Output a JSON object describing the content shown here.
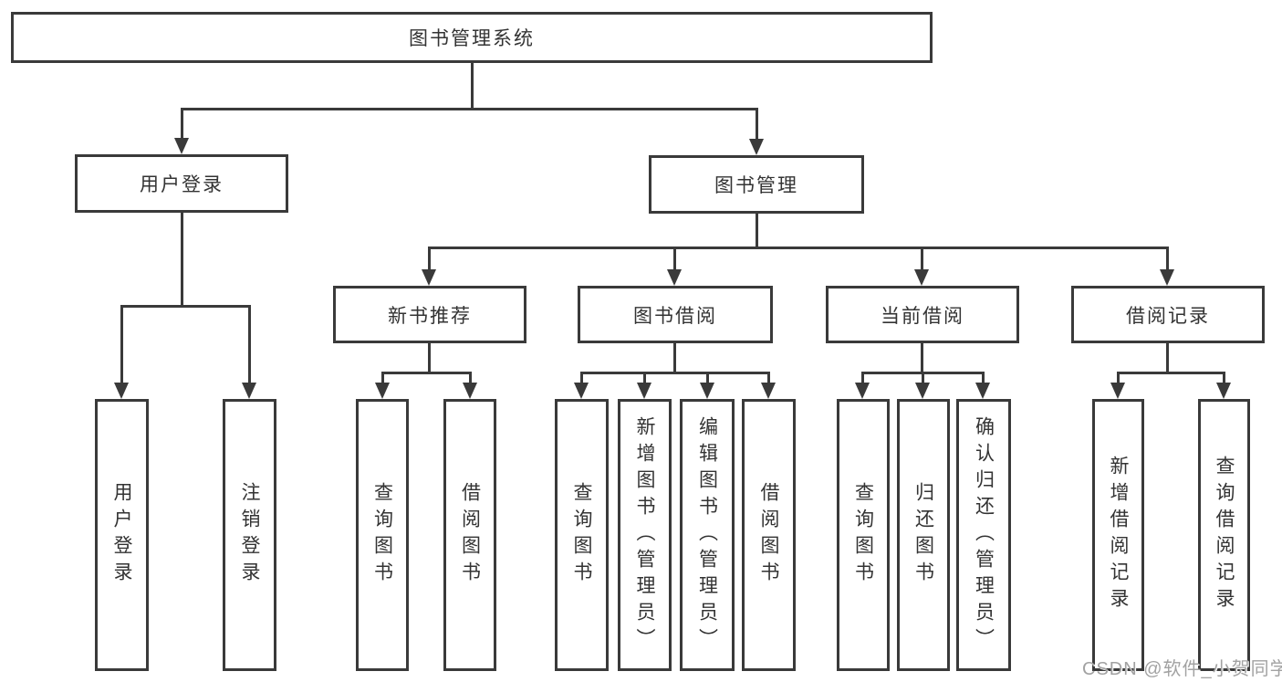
{
  "nodes": {
    "root": "图书管理系统",
    "user_login": "用户登录",
    "book_mgmt": "图书管理",
    "new_book_rec": "新书推荐",
    "book_borrow": "图书借阅",
    "current_borrow": "当前借阅",
    "borrow_record": "借阅记录",
    "leaf_login": "用户登录",
    "leaf_logout": "注销登录",
    "rec_query": "查询图书",
    "rec_borrow": "借阅图书",
    "bb_query": "查询图书",
    "bb_add": "新增图书（管理员）",
    "bb_edit": "编辑图书（管理员）",
    "bb_borrow": "借阅图书",
    "cb_query": "查询图书",
    "cb_return": "归还图书",
    "cb_confirm": "确认归还（管理员）",
    "br_add": "新增借阅记录",
    "br_query": "查询借阅记录"
  },
  "watermark": "CSDN @软件_小贺同学",
  "colors": {
    "line": "#3a3a3a",
    "text": "#333333",
    "watermark": "#a2a2a2",
    "background": "#ffffff"
  }
}
